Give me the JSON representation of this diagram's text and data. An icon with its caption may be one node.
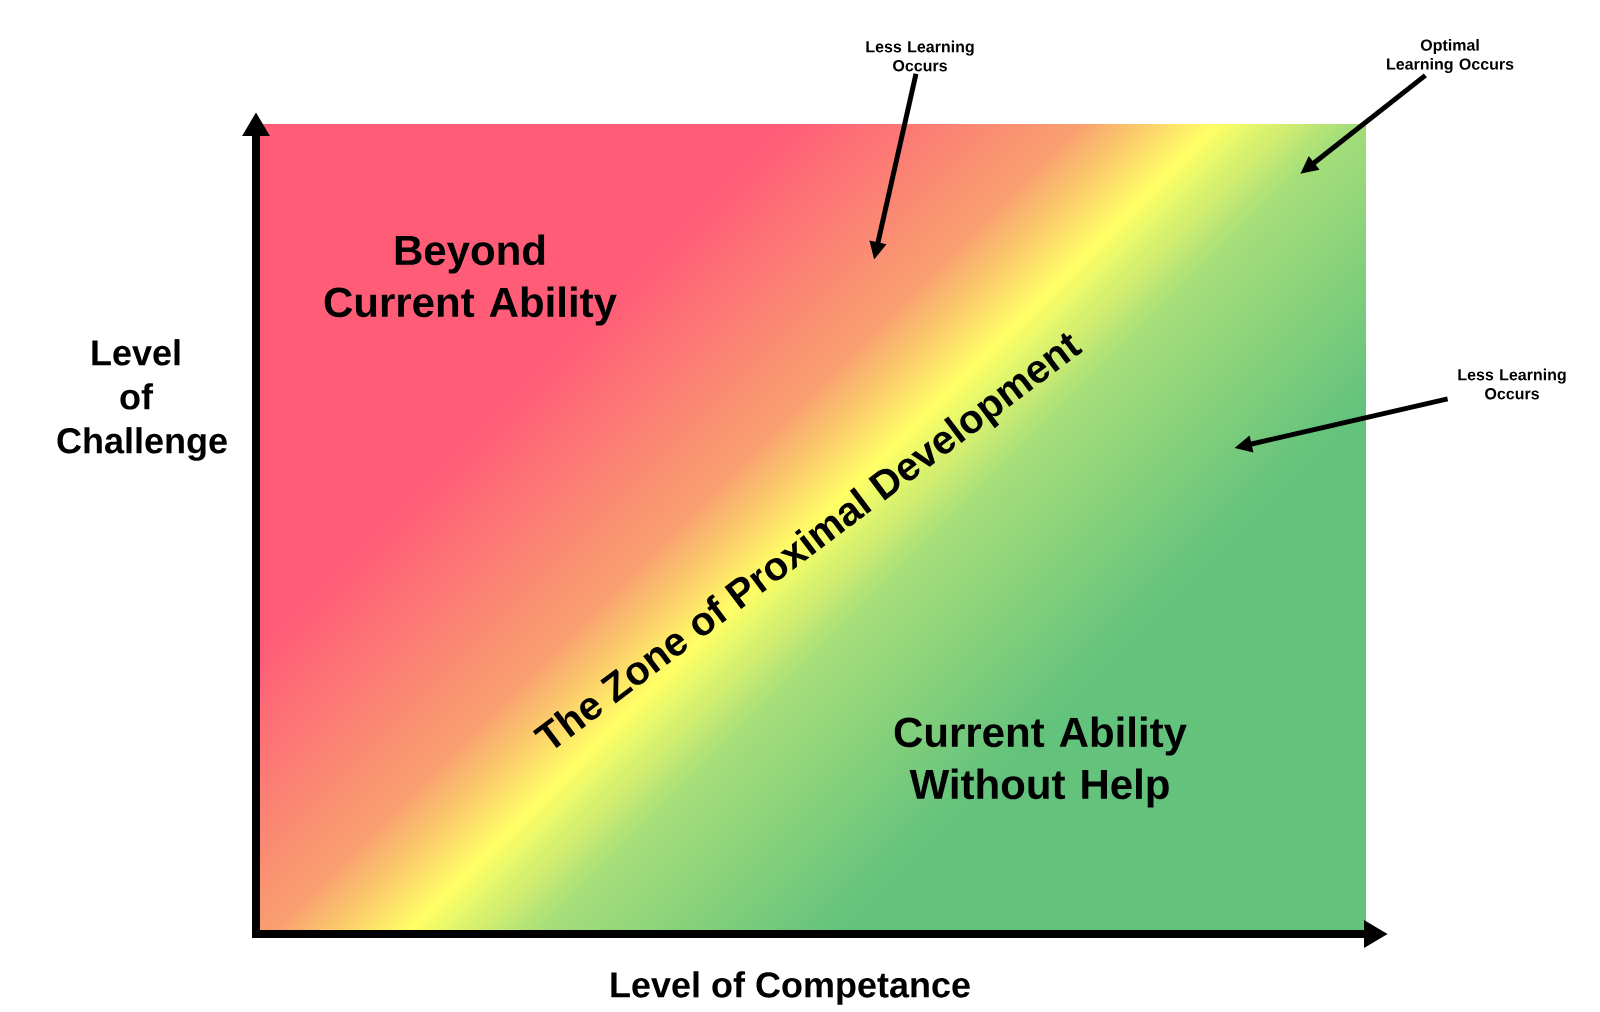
{
  "diagram": {
    "nodes": [
      {
        "text": [
          "Less Learning Occurs"
        ]
      },
      {
        "text": [
          "Optimal Learning Occurs"
        ]
      },
      {
        "text": [
          "Less Learning Occurs"
        ]
      }
    ],
    "edges": [
      {
        "from": 0,
        "to": null,
        "arrow": "to"
      },
      {
        "from": 1,
        "to": null,
        "arrow": "to"
      },
      {
        "from": 2,
        "to": null,
        "arrow": "to"
      }
    ],
    "labels": [
      "Beyond Current Ability",
      "The Zone of Proximal Development",
      "Current Ability Without Help",
      "Level of Challenge",
      "Level of Competance"
    ]
  }
}
